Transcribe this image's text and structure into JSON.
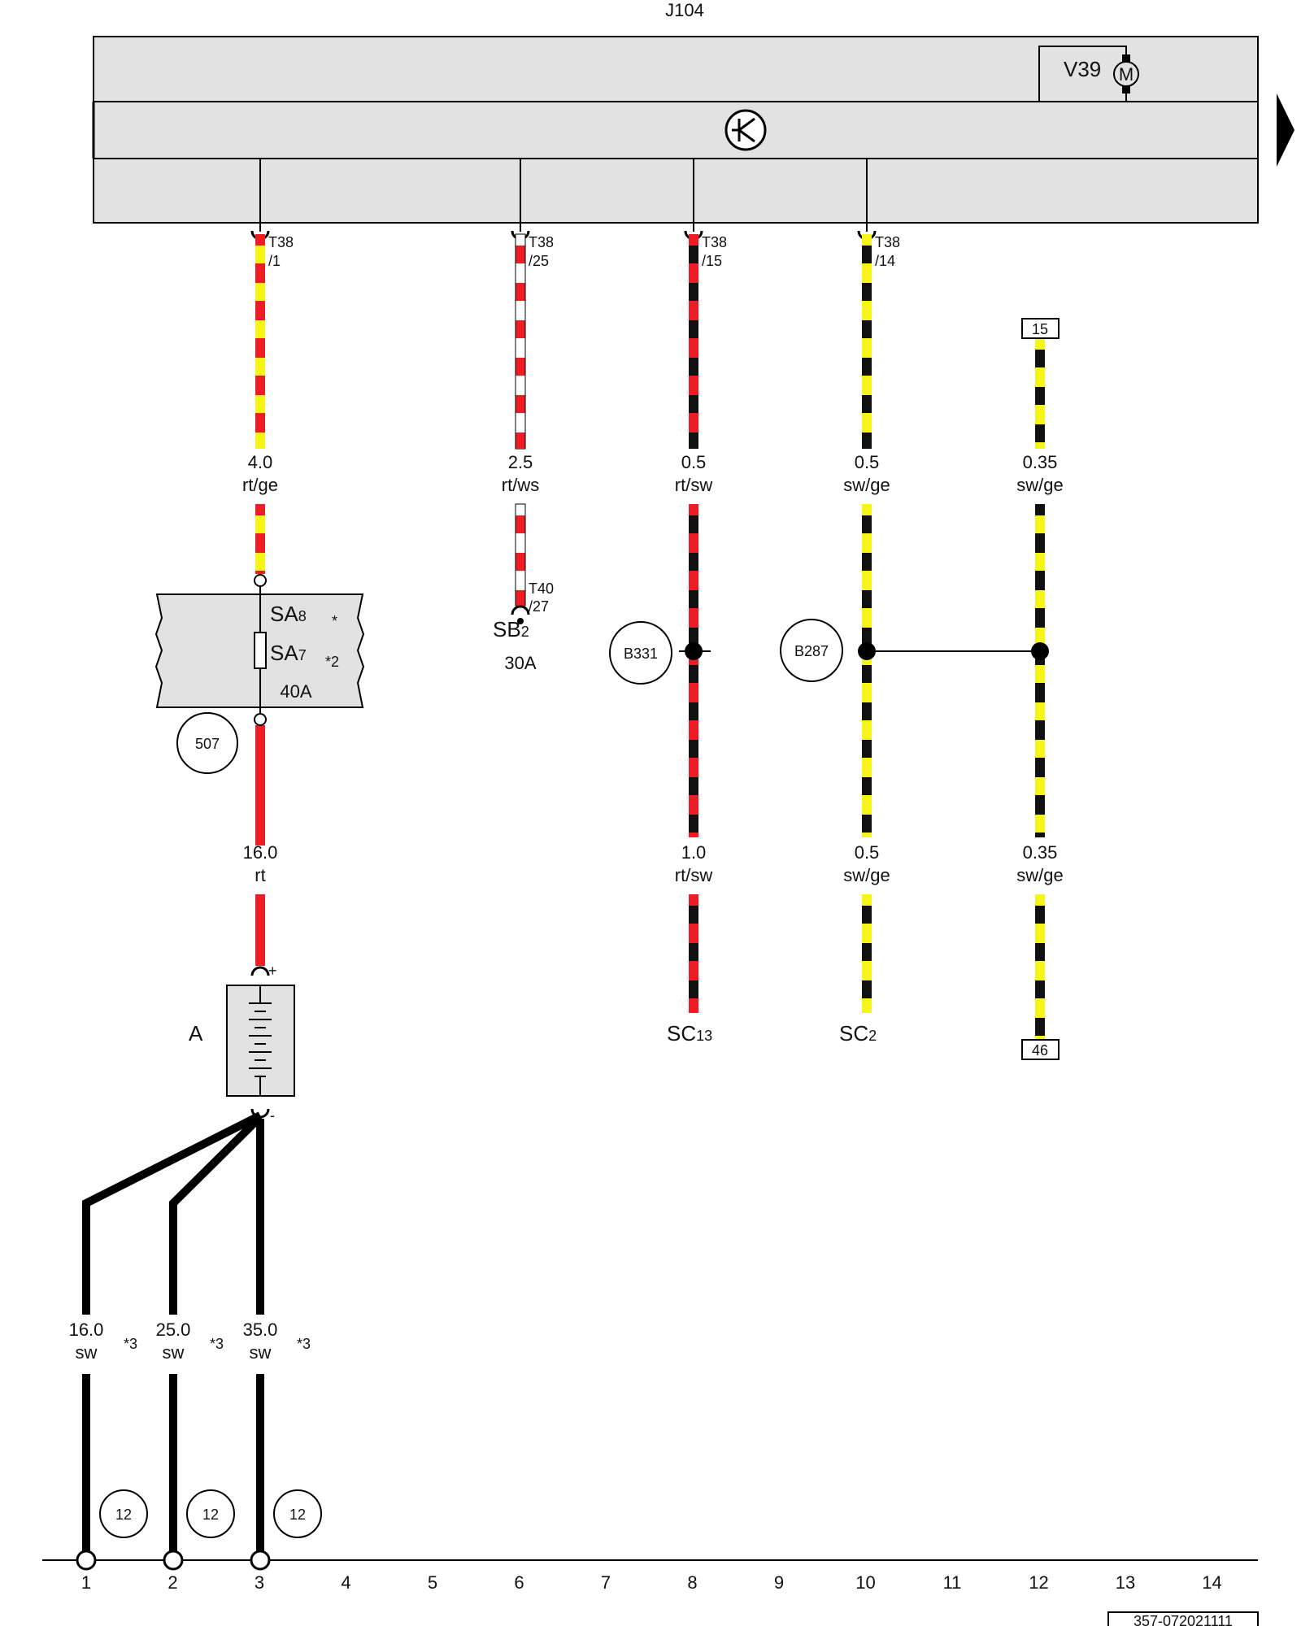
{
  "control_unit": {
    "name": "J104",
    "motor_name": "V39",
    "motor_symbol": "M"
  },
  "connectors": [
    {
      "connector": "T38",
      "pin": "/1"
    },
    {
      "connector": "T38",
      "pin": "/25"
    },
    {
      "connector": "T38",
      "pin": "/15"
    },
    {
      "connector": "T38",
      "pin": "/14"
    }
  ],
  "wires_upper": [
    {
      "size": "4.0",
      "color": "rt/ge"
    },
    {
      "size": "2.5",
      "color": "rt/ws"
    },
    {
      "size": "0.5",
      "color": "rt/sw"
    },
    {
      "size": "0.5",
      "color": "sw/ge"
    },
    {
      "size": "0.35",
      "color": "sw/ge"
    }
  ],
  "wires_lower": [
    {
      "size": "16.0",
      "color": "rt"
    },
    {
      "size": "1.0",
      "color": "rt/sw"
    },
    {
      "size": "0.5",
      "color": "sw/ge"
    },
    {
      "size": "0.35",
      "color": "sw/ge"
    }
  ],
  "fuse_box": {
    "line1": "SA",
    "line1_sub": "8",
    "line1_note": "*",
    "line2": "SA",
    "line2_sub": "7",
    "line2_note": "*2",
    "rating": "40A",
    "ref": "507"
  },
  "sb_fuse": {
    "connector": "T40",
    "pin": "/27",
    "name": "SB",
    "sub": "2",
    "rating": "30A"
  },
  "splices": [
    "B331",
    "B287"
  ],
  "sc_refs": [
    {
      "name": "SC",
      "sub": "13"
    },
    {
      "name": "SC",
      "sub": "2"
    }
  ],
  "box_refs": [
    "15",
    "46"
  ],
  "battery": {
    "name": "A",
    "plus": "+",
    "minus": "-"
  },
  "ground_wires": [
    {
      "size": "16.0",
      "color": "sw",
      "note": "*3",
      "ref": "12"
    },
    {
      "size": "25.0",
      "color": "sw",
      "note": "*3",
      "ref": "12"
    },
    {
      "size": "35.0",
      "color": "sw",
      "note": "*3",
      "ref": "12"
    }
  ],
  "scale": [
    "1",
    "2",
    "3",
    "4",
    "5",
    "6",
    "7",
    "8",
    "9",
    "10",
    "11",
    "12",
    "13",
    "14"
  ],
  "doc_code": "357-072021111",
  "colors": {
    "rt": "#ee1c24",
    "ge": "#f5f51a",
    "sw": "#111111",
    "ws": "#ffffff",
    "box": "#e2e2e2"
  }
}
